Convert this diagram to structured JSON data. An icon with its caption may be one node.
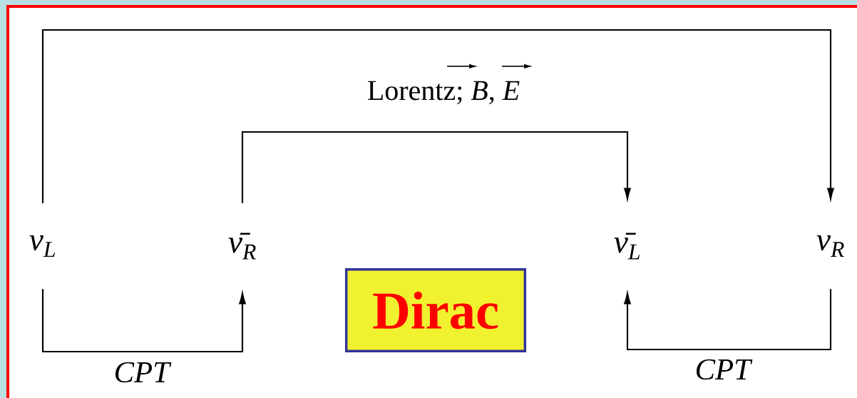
{
  "diagram": {
    "nodes": [
      {
        "text": [
          "ν$_{L}$"
        ]
      },
      {
        "text": [
          "ν̄$_{R}$"
        ]
      },
      {
        "text": [
          "ν̄$_{L}$"
        ]
      },
      {
        "text": [
          "ν$_{R}$"
        ]
      },
      {
        "text": [
          "Dirac"
        ]
      }
    ],
    "edges": [
      {
        "from": 0,
        "to": 3,
        "arrow": "to",
        "label": "Lorentz; *B*,  *E*"
      },
      {
        "from": 1,
        "to": 2,
        "arrow": "to"
      },
      {
        "from": 0,
        "to": 1,
        "arrow": "to",
        "label": "*CPT*"
      },
      {
        "from": 3,
        "to": 2,
        "arrow": "to",
        "label": "*CPT*"
      }
    ]
  }
}
